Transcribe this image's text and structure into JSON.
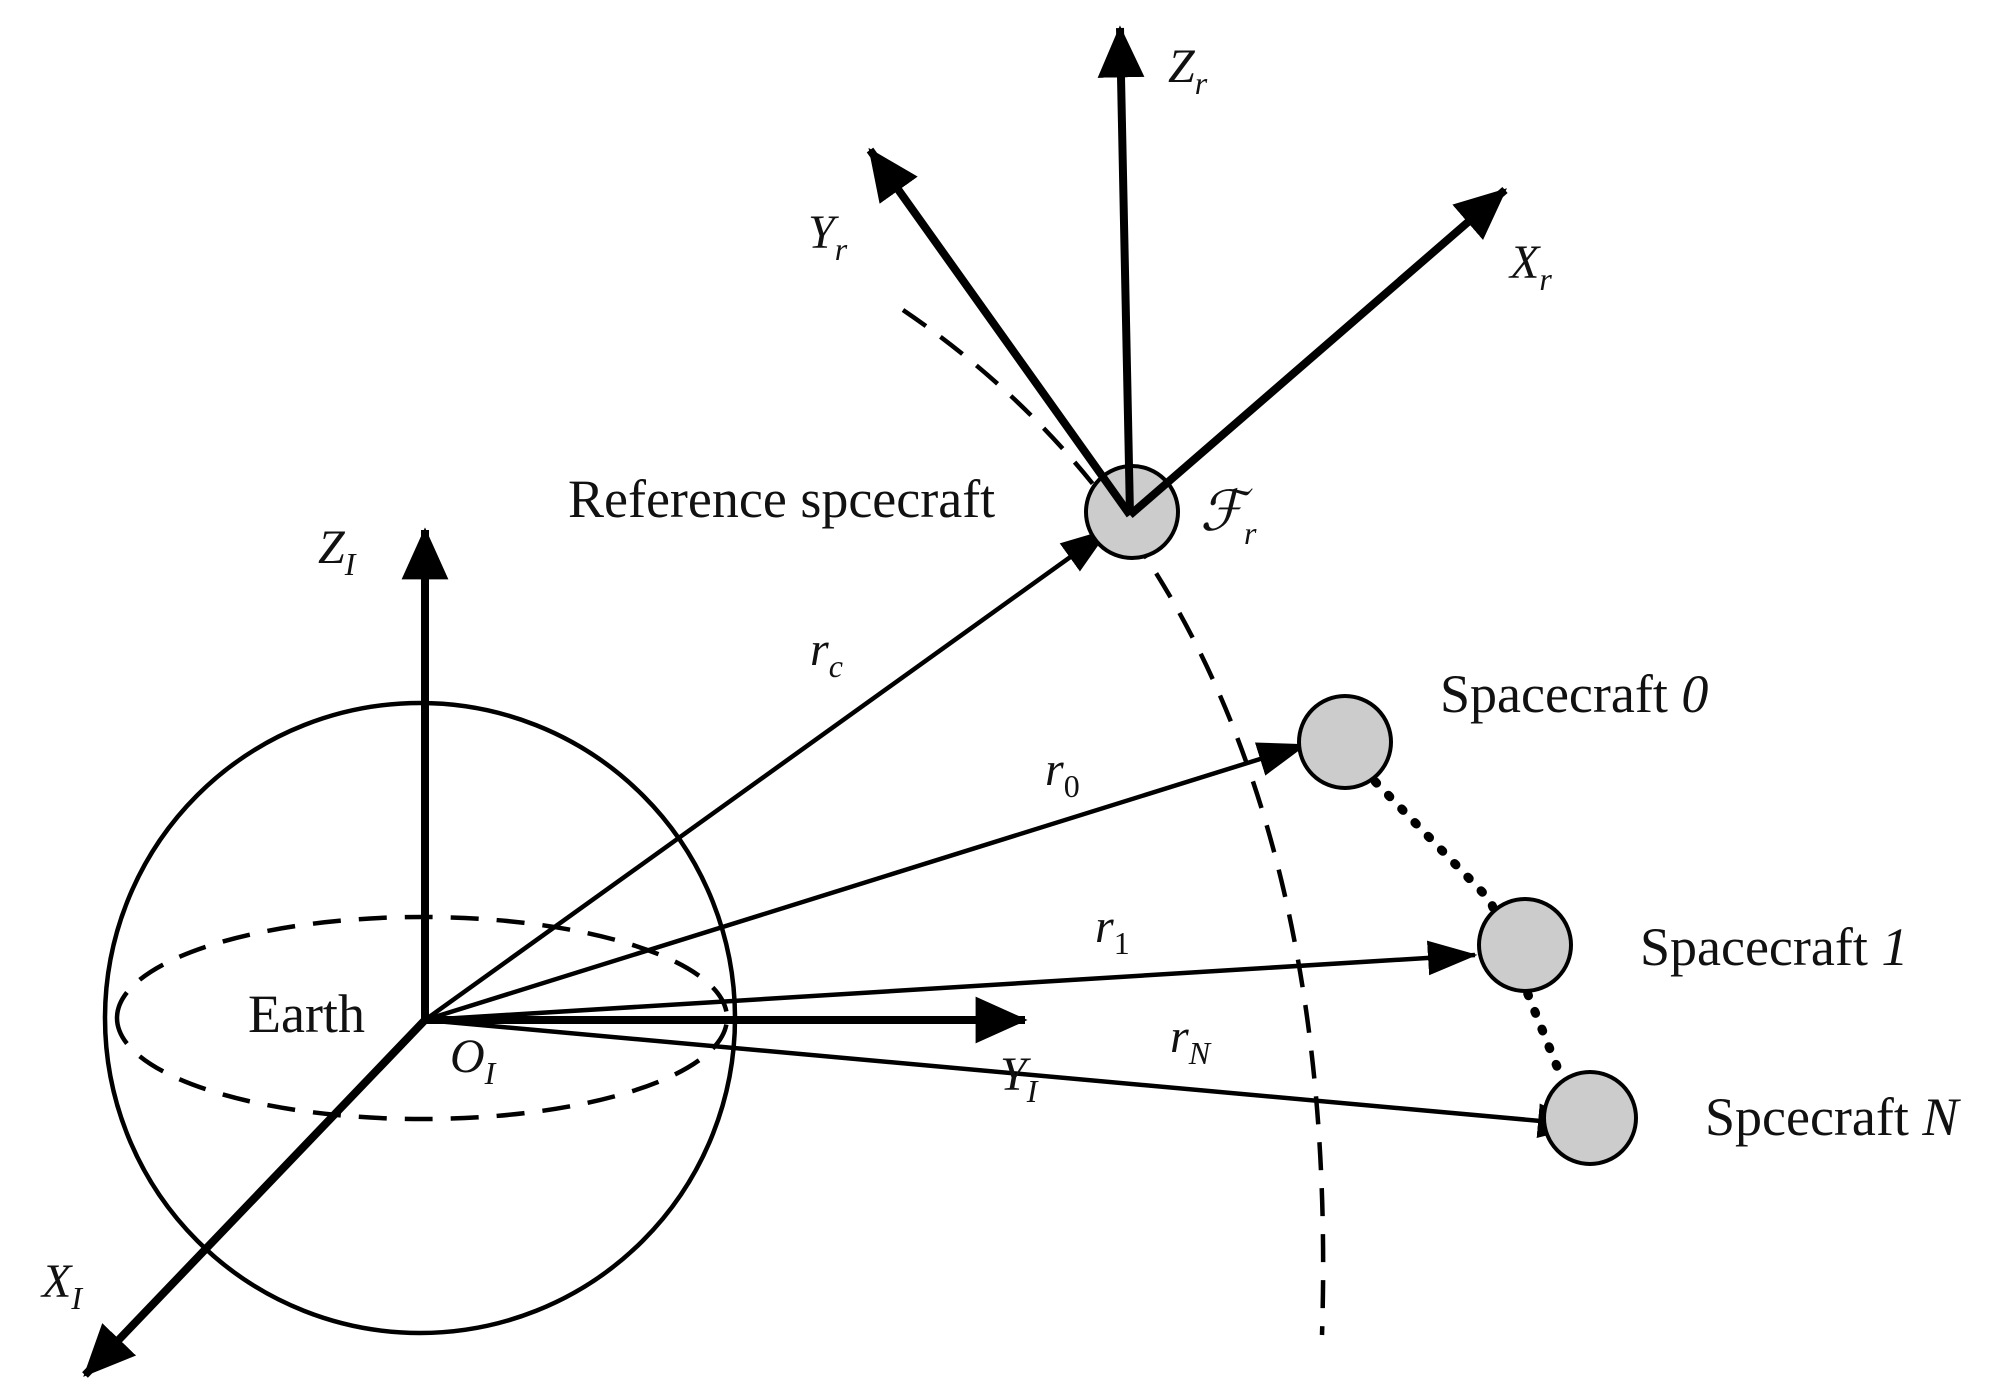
{
  "figure": {
    "earth": {
      "label": "Earth"
    },
    "reference": {
      "label": "Reference spcecraft"
    },
    "spacecraft_0": {
      "label": "Spacecraft ",
      "index": "0"
    },
    "spacecraft_1": {
      "label": "Spacecraft ",
      "index": "1"
    },
    "spacecraft_n": {
      "label": "Spcecraft ",
      "index": "N"
    },
    "frame_label": {
      "symbol": "ℱ",
      "sub": "r"
    },
    "inertial_axes": {
      "x": {
        "base": "X",
        "sub": "I"
      },
      "y": {
        "base": "Y",
        "sub": "I"
      },
      "z": {
        "base": "Z",
        "sub": "I"
      },
      "origin": {
        "base": "O",
        "sub": "I"
      }
    },
    "reference_axes": {
      "x": {
        "base": "X",
        "sub": "r"
      },
      "y": {
        "base": "Y",
        "sub": "r"
      },
      "z": {
        "base": "Z",
        "sub": "r"
      }
    },
    "position_vectors": {
      "rc": {
        "base": "r",
        "sub": "c"
      },
      "r0": {
        "base": "r",
        "sub": "0"
      },
      "r1": {
        "base": "r",
        "sub": "1"
      },
      "rN": {
        "base": "r",
        "sub": "N"
      }
    }
  }
}
